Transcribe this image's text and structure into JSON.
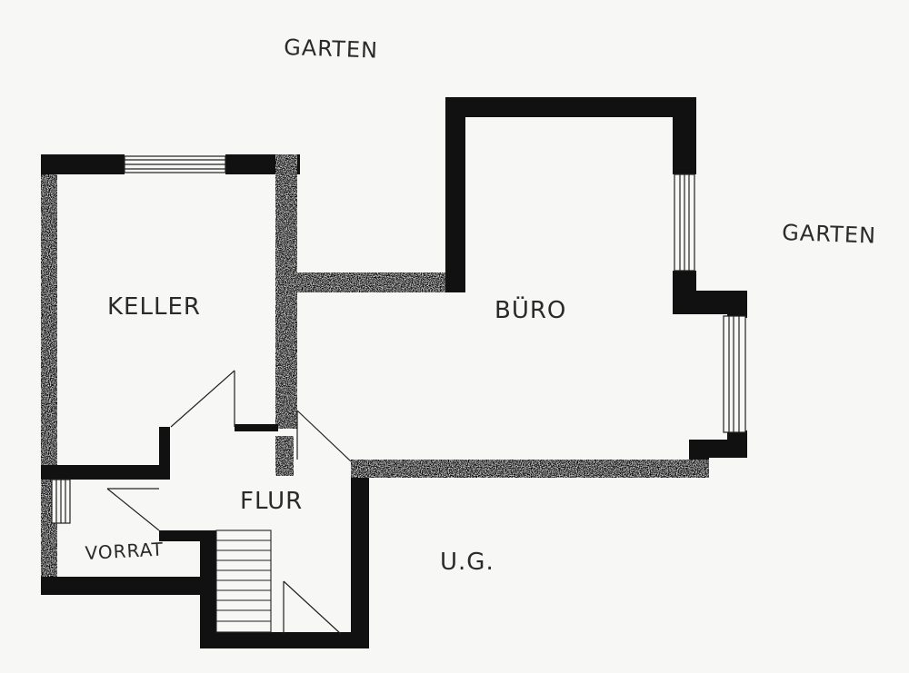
{
  "labels": {
    "garden_top": "GARTEN",
    "garden_right": "GARTEN",
    "cellar": "KELLER",
    "office": "BÜRO",
    "hallway": "FLUR",
    "pantry": "VORRAT",
    "floor": "U.G."
  },
  "colors": {
    "paper": "#f7f7f5",
    "wall": "#111111",
    "ink": "#2a2a2a"
  }
}
